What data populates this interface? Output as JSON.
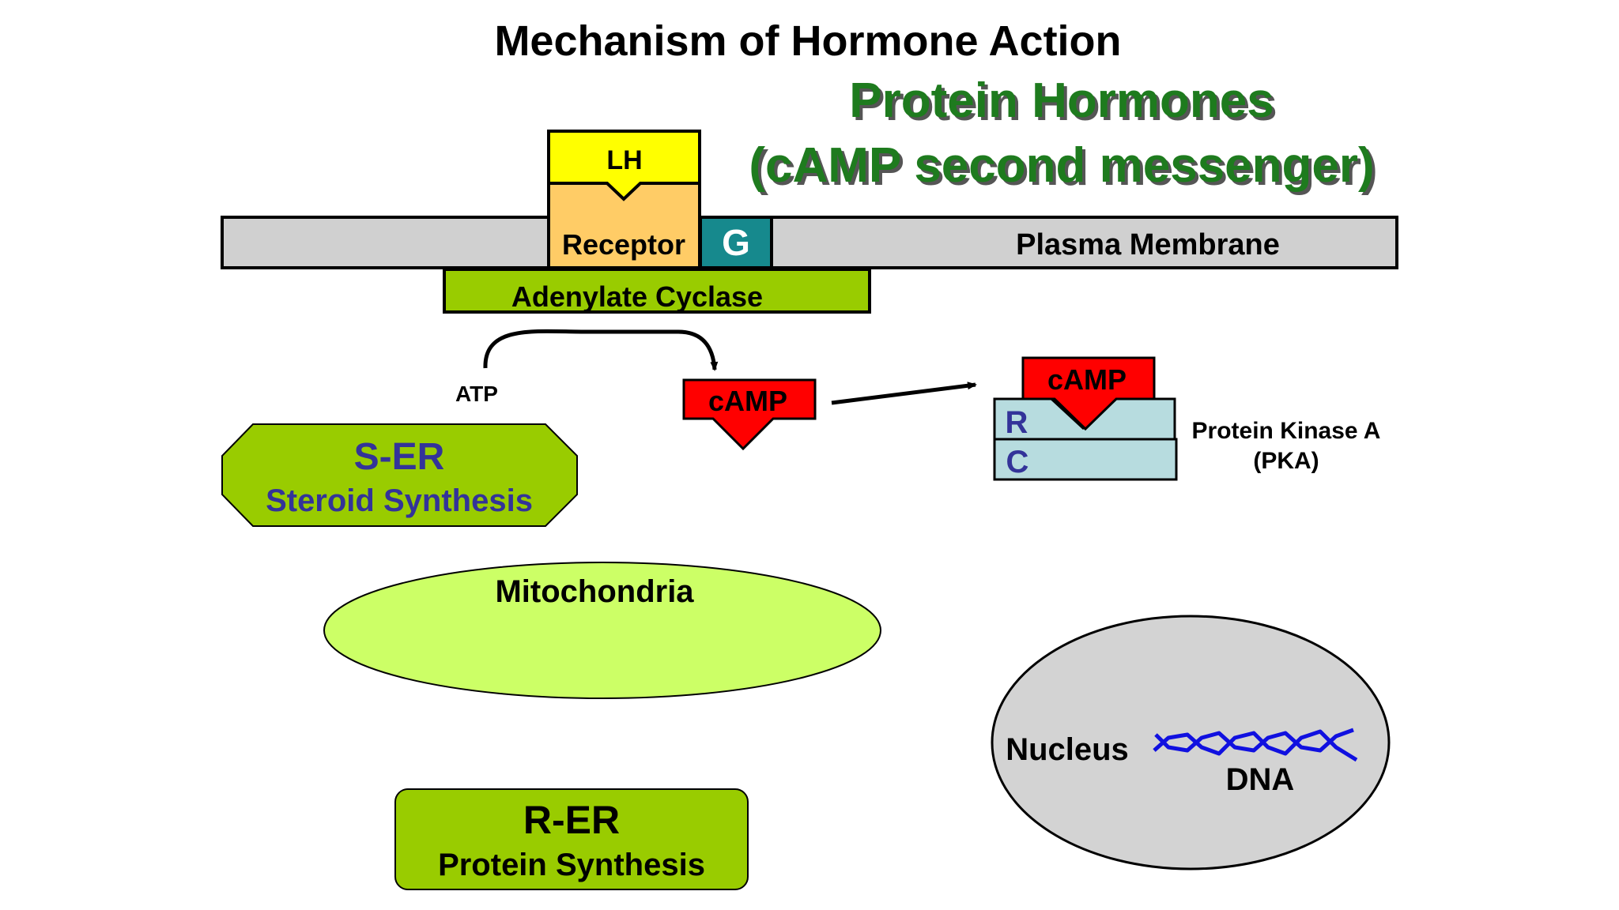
{
  "title": "Mechanism of Hormone Action",
  "subtitle": {
    "line1": "Protein Hormones",
    "line2": "(cAMP second messenger)"
  },
  "membrane": {
    "label": "Plasma Membrane"
  },
  "hormone": {
    "label": "LH"
  },
  "receptor": {
    "label": "Receptor"
  },
  "g_protein": {
    "label": "G"
  },
  "adenylate_cyclase": {
    "label": "Adenylate Cyclase"
  },
  "atp": {
    "label": "ATP"
  },
  "camp": {
    "label": "cAMP"
  },
  "pka": {
    "camp_label": "cAMP",
    "r_label": "R",
    "c_label": "C",
    "name_line1": "Protein Kinase A",
    "name_line2": "(PKA)"
  },
  "ser": {
    "title": "S-ER",
    "subtitle": "Steroid Synthesis"
  },
  "mitochondria": {
    "label": "Mitochondria"
  },
  "rer": {
    "title": "R-ER",
    "subtitle": "Protein Synthesis"
  },
  "nucleus": {
    "label": "Nucleus",
    "dna_label": "DNA"
  },
  "colors": {
    "title_green": "#1e7b1e",
    "membrane_gray": "#d0d0d0",
    "hormone_yellow": "#ffff00",
    "receptor_orange": "#ffcc66",
    "g_teal": "#16898d",
    "cyclase_green": "#99cc00",
    "camp_red": "#ff0000",
    "pka_blue": "#b7dcdf",
    "organelle_green": "#99cc00",
    "mito_green": "#ccff66",
    "nucleus_gray": "#d3d3d3",
    "dna_blue": "#1010e0",
    "er_text_blue": "#333399"
  }
}
